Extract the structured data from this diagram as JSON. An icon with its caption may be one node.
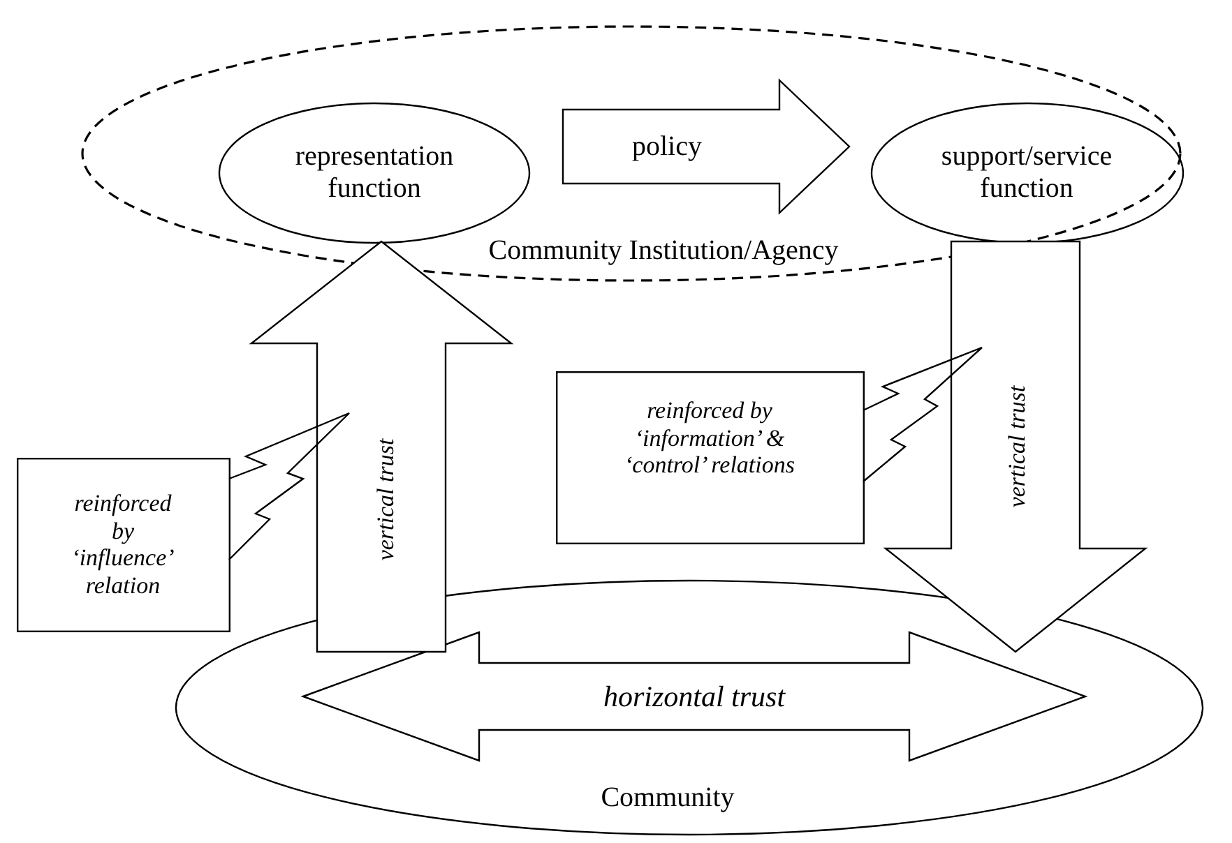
{
  "diagram": {
    "nodes": [
      {
        "text": [
          "Community Institution/Agency"
        ]
      },
      {
        "text": [
          "representation function"
        ],
        "in": 0
      },
      {
        "text": [
          "support/service function"
        ],
        "in": 0
      },
      {
        "text": [
          "reinforced by ‘influence’ relation"
        ]
      },
      {
        "text": [
          "reinforced by ‘information’ & ‘control’ relations"
        ]
      },
      {
        "text": [
          "Community"
        ]
      },
      {
        "text": [
          "horizontal trust"
        ],
        "in": 5
      }
    ],
    "edges": [
      {
        "from": 1,
        "to": 2,
        "arrow": "to",
        "label": "policy"
      },
      {
        "from": 5,
        "to": 0,
        "arrow": "to",
        "label": "vertical trust"
      },
      {
        "from": 0,
        "to": 5,
        "arrow": "to",
        "label": "vertical trust"
      },
      {
        "from": 3,
        "to": null,
        "arrow": "none"
      },
      {
        "from": 4,
        "to": null,
        "arrow": "none"
      }
    ]
  }
}
